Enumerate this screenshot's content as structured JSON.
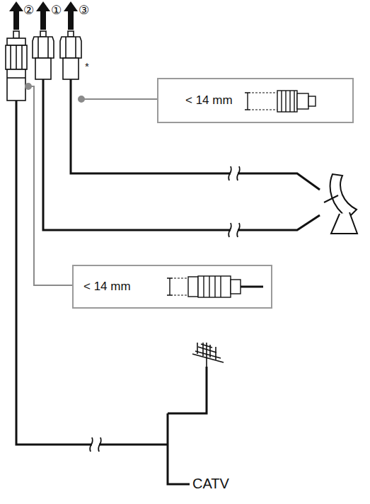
{
  "diagram": {
    "nodes": [
      {
        "text": [
          "< 14 mm"
        ]
      },
      {
        "text": [
          "< 14 mm"
        ]
      }
    ],
    "edges": [],
    "labels": [
      "②",
      "①",
      "③",
      "*",
      "CATV"
    ]
  }
}
